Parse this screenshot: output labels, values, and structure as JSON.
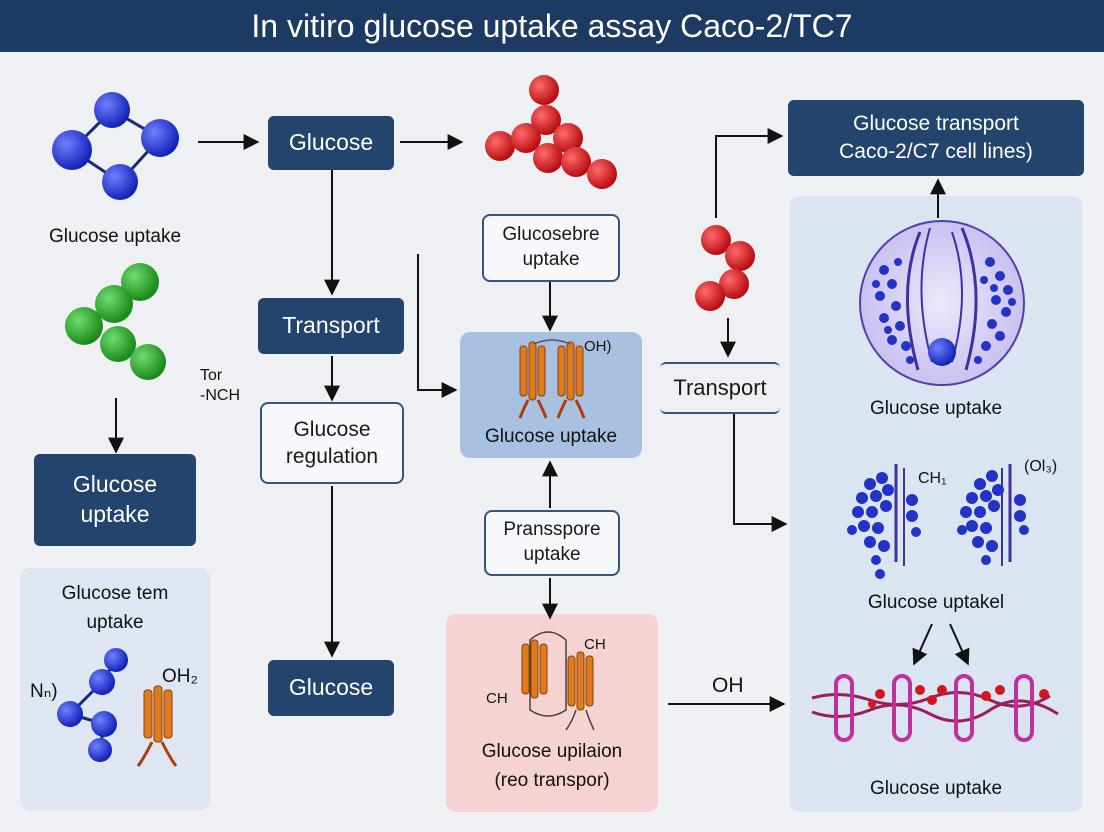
{
  "title": "In vitiro glucose uptake assay Caco-2/TC7",
  "left": {
    "blue_molecule_caption": "Glucose uptake",
    "dark_box": "Glucose\nuptake",
    "panel_title": "Glucose tem\nuptake",
    "panel_label_n": "Nₙ)",
    "panel_label_oh2": "OH₂"
  },
  "middle_col": {
    "glucose_top": "Glucose",
    "transport": "Transport",
    "side_label": "Tor\n-NCH",
    "regulation": "Glucose\nregulation",
    "glucose_bottom": "Glucose"
  },
  "center_col": {
    "glucosebre": "Glucosebre\nuptake",
    "uptake_panel_label": "Glucose uptake",
    "uptake_panel_oh": "OH)",
    "pransspore": "Pransspore\nuptake",
    "pink_ch1": "CH",
    "pink_ch2": "CH",
    "pink_caption": "Glucose upilaion\n(reo transpor)",
    "oh_arrow_label": "OH"
  },
  "right": {
    "transport_label": "Transport",
    "header_box": "Glucose transport\nCaco-2/C7 cell lines)",
    "cell_caption": "Glucose uptake",
    "ch_label": "CH₁",
    "ols_label": "(Ol₃)",
    "clusters_caption": "Glucose uptakel",
    "membrane_caption": "Glucose uptake"
  },
  "colors": {
    "title_bg": "#1d3b62",
    "dark_box": "#23446c",
    "blue_molecule": "#1c2fd0",
    "green_molecule": "#2ea52e",
    "red_molecule": "#d3161c",
    "orange_protein": "#e07a1e",
    "magenta_membrane": "#c0309a",
    "panel_blue": "#dbe5f1",
    "panel_pink": "#f6d3d3"
  }
}
